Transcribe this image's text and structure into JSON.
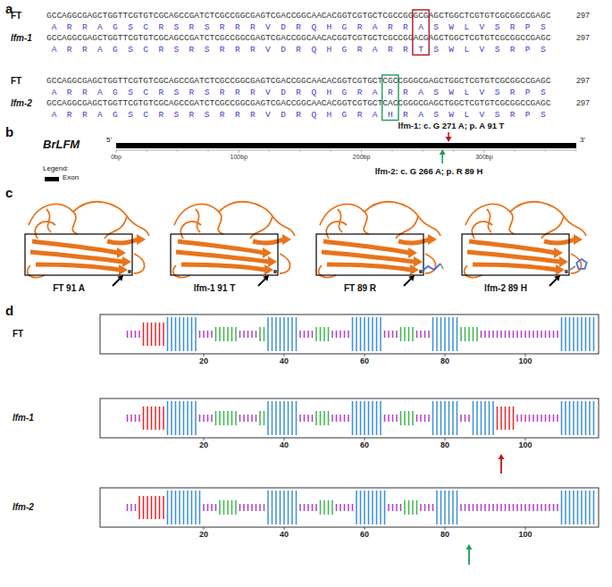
{
  "diagram": {
    "labels": [
      "a",
      "FT",
      "GCCAGGCGAGCTGGTTCGTGTCGCAGCCGATCTCGCCGGCGAGTCGACCGGCAACACGGTCGTGCTCGCCGGGCGAGCTGGCTCGTGTCGCGGCCGAGC",
      "297",
      "A R R A G S C R S R S R R R V D R Q H G R A R R A S W L V S R P S",
      "lfm-1",
      "GCCAGGCGAGCTGGTTCGTGTCGCAGCCGATCTCGCCGGCGAGTCGACCGGCAACACGGTCGTGCTCGCCGGACGAGCTGGCTCGTGTCGCGGCCGAGC",
      "297",
      "A R R A G S C R S R S R R R V D R Q H G R A R R T S W L V S R P S",
      "FT",
      "GCCAGGCGAGCTGGTTCGTGTCGCAGCCGATCTCGCCGGCGAGTCGACCGGCAACACGGTCGTGCTCGCCGGGCGAGCTGGCTCGTGTCGCGGCCGAGC",
      "297",
      "A R R A G S C R S R S R R R V D R Q H G R A R R A S W L V S R P S",
      "lfm-2",
      "GCCAGGCGAGCTGGTTCGTGTCGCAGCCGATCTCGCCGGCGAGTCGACCGGCAACACGGTCGTGCTCACCGGGCGAGCTGGCTCGTGTCGCGGCCGAGC",
      "297",
      "A R R A G S C R S R S R R R V D R Q H G R A H R A S W L V S R P S",
      "b",
      "lfm-1: c. G 271 A; p. A 91 T",
      "BrLFM",
      "5'",
      "3'",
      "0bp",
      "100bp",
      "200bp",
      "300bp",
      "lfm-2: c. G 266 A; p. R 89 H",
      "Legend:",
      "c",
      "FT 91 A",
      "lfm-1 91 T",
      "FT 89 R",
      "lfm-2 89 H",
      "d",
      "FT",
      "20",
      "40",
      "60",
      "80",
      "100",
      "lfm-1",
      "20",
      "40",
      "60",
      "80",
      "100",
      "lfm-2",
      "20",
      "40",
      "60",
      "80",
      "100"
    ],
    "legend": [
      {
        "text": "Exon",
        "color": "#000000"
      }
    ]
  }
}
